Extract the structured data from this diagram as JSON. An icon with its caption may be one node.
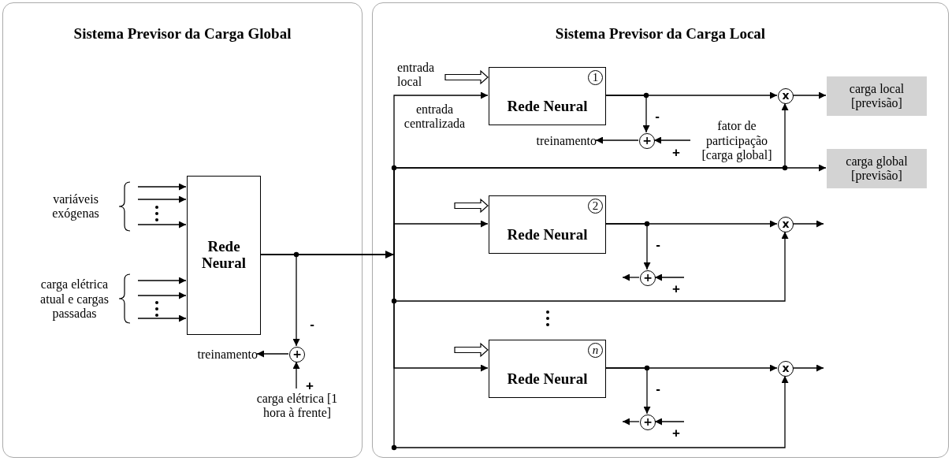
{
  "diagram": {
    "nodes": [
      {
        "text": [
          "Sistema Previsor da Carga Global"
        ]
      },
      {
        "text": [
          "Sistema Previsor da Carga Local"
        ]
      },
      {
        "text": [
          "Rede Neural"
        ],
        "in": 0
      },
      {
        "text": [
          "+"
        ],
        "in": 0
      },
      {
        "text": [
          "treinamento"
        ],
        "in": 0
      },
      {
        "text": [
          "carga elétrica [1 hora à frente]"
        ],
        "in": 0
      },
      {
        "text": [
          "entrada local"
        ],
        "in": 1
      },
      {
        "text": [
          "1",
          "Rede Neural"
        ],
        "in": 1
      },
      {
        "text": [
          "+"
        ],
        "in": 1
      },
      {
        "text": [
          "treinamento"
        ],
        "in": 1
      },
      {
        "text": [
          "fator de participação [carga global]"
        ],
        "in": 1
      },
      {
        "text": [
          "x"
        ],
        "in": 1
      },
      {
        "text": [
          "carga local [previsão]"
        ],
        "in": 1
      },
      {
        "text": [
          "carga global [previsão]"
        ],
        "in": 1
      },
      {
        "text": [
          "2",
          "Rede Neural"
        ],
        "in": 1
      },
      {
        "text": [
          "+"
        ],
        "in": 1
      },
      {
        "text": [
          "x"
        ],
        "in": 1
      },
      {
        "text": [
          "n",
          "Rede Neural"
        ],
        "in": 1
      },
      {
        "text": [
          "+"
        ],
        "in": 1
      },
      {
        "text": [
          "x"
        ],
        "in": 1
      }
    ],
    "edges": [
      {
        "from": null,
        "to": 2,
        "arrow": "to"
      },
      {
        "from": null,
        "to": 2,
        "arrow": "to"
      },
      {
        "from": null,
        "to": 2,
        "arrow": "to"
      },
      {
        "from": null,
        "to": 2,
        "arrow": "to"
      },
      {
        "from": null,
        "to": 2,
        "arrow": "to"
      },
      {
        "from": null,
        "to": 2,
        "arrow": "to"
      },
      {
        "from": 2,
        "to": 3,
        "arrow": "to",
        "label": "-"
      },
      {
        "from": 5,
        "to": 3,
        "arrow": "to",
        "label": "+"
      },
      {
        "from": 3,
        "to": 4,
        "arrow": "to"
      },
      {
        "from": 2,
        "to": 7,
        "arrow": "to"
      },
      {
        "from": 2,
        "to": 14,
        "arrow": "to"
      },
      {
        "from": 2,
        "to": 17,
        "arrow": "to"
      },
      {
        "from": 2,
        "to": 11,
        "arrow": "to"
      },
      {
        "from": 2,
        "to": 16,
        "arrow": "to"
      },
      {
        "from": 2,
        "to": 19,
        "arrow": "to"
      },
      {
        "from": 2,
        "to": 13,
        "arrow": "to"
      },
      {
        "from": 6,
        "to": 7,
        "arrow": "to",
        "style": "thick"
      },
      {
        "from": null,
        "to": 14,
        "arrow": "to",
        "style": "thick"
      },
      {
        "from": null,
        "to": 17,
        "arrow": "to",
        "style": "thick"
      },
      {
        "from": 7,
        "to": 8,
        "arrow": "to",
        "label": "-"
      },
      {
        "from": 10,
        "to": 8,
        "arrow": "to",
        "label": "+"
      },
      {
        "from": 8,
        "to": 9,
        "arrow": "to"
      },
      {
        "from": 7,
        "to": 11,
        "arrow": "to"
      },
      {
        "from": 11,
        "to": 12,
        "arrow": "to"
      },
      {
        "from": 14,
        "to": 15,
        "arrow": "to",
        "label": "-"
      },
      {
        "from": null,
        "to": 15,
        "arrow": "to",
        "label": "+"
      },
      {
        "from": 15,
        "to": null,
        "arrow": "to"
      },
      {
        "from": 14,
        "to": 16,
        "arrow": "to"
      },
      {
        "from": 16,
        "to": null,
        "arrow": "to"
      },
      {
        "from": 17,
        "to": 18,
        "arrow": "to",
        "label": "-"
      },
      {
        "from": null,
        "to": 18,
        "arrow": "to",
        "label": "+"
      },
      {
        "from": 18,
        "to": null,
        "arrow": "to"
      },
      {
        "from": 17,
        "to": 19,
        "arrow": "to"
      },
      {
        "from": 19,
        "to": null,
        "arrow": "to"
      }
    ],
    "labels": [
      "variáveis exógenas",
      "carga elétrica atual e cargas passadas",
      "entrada centralizada"
    ]
  }
}
